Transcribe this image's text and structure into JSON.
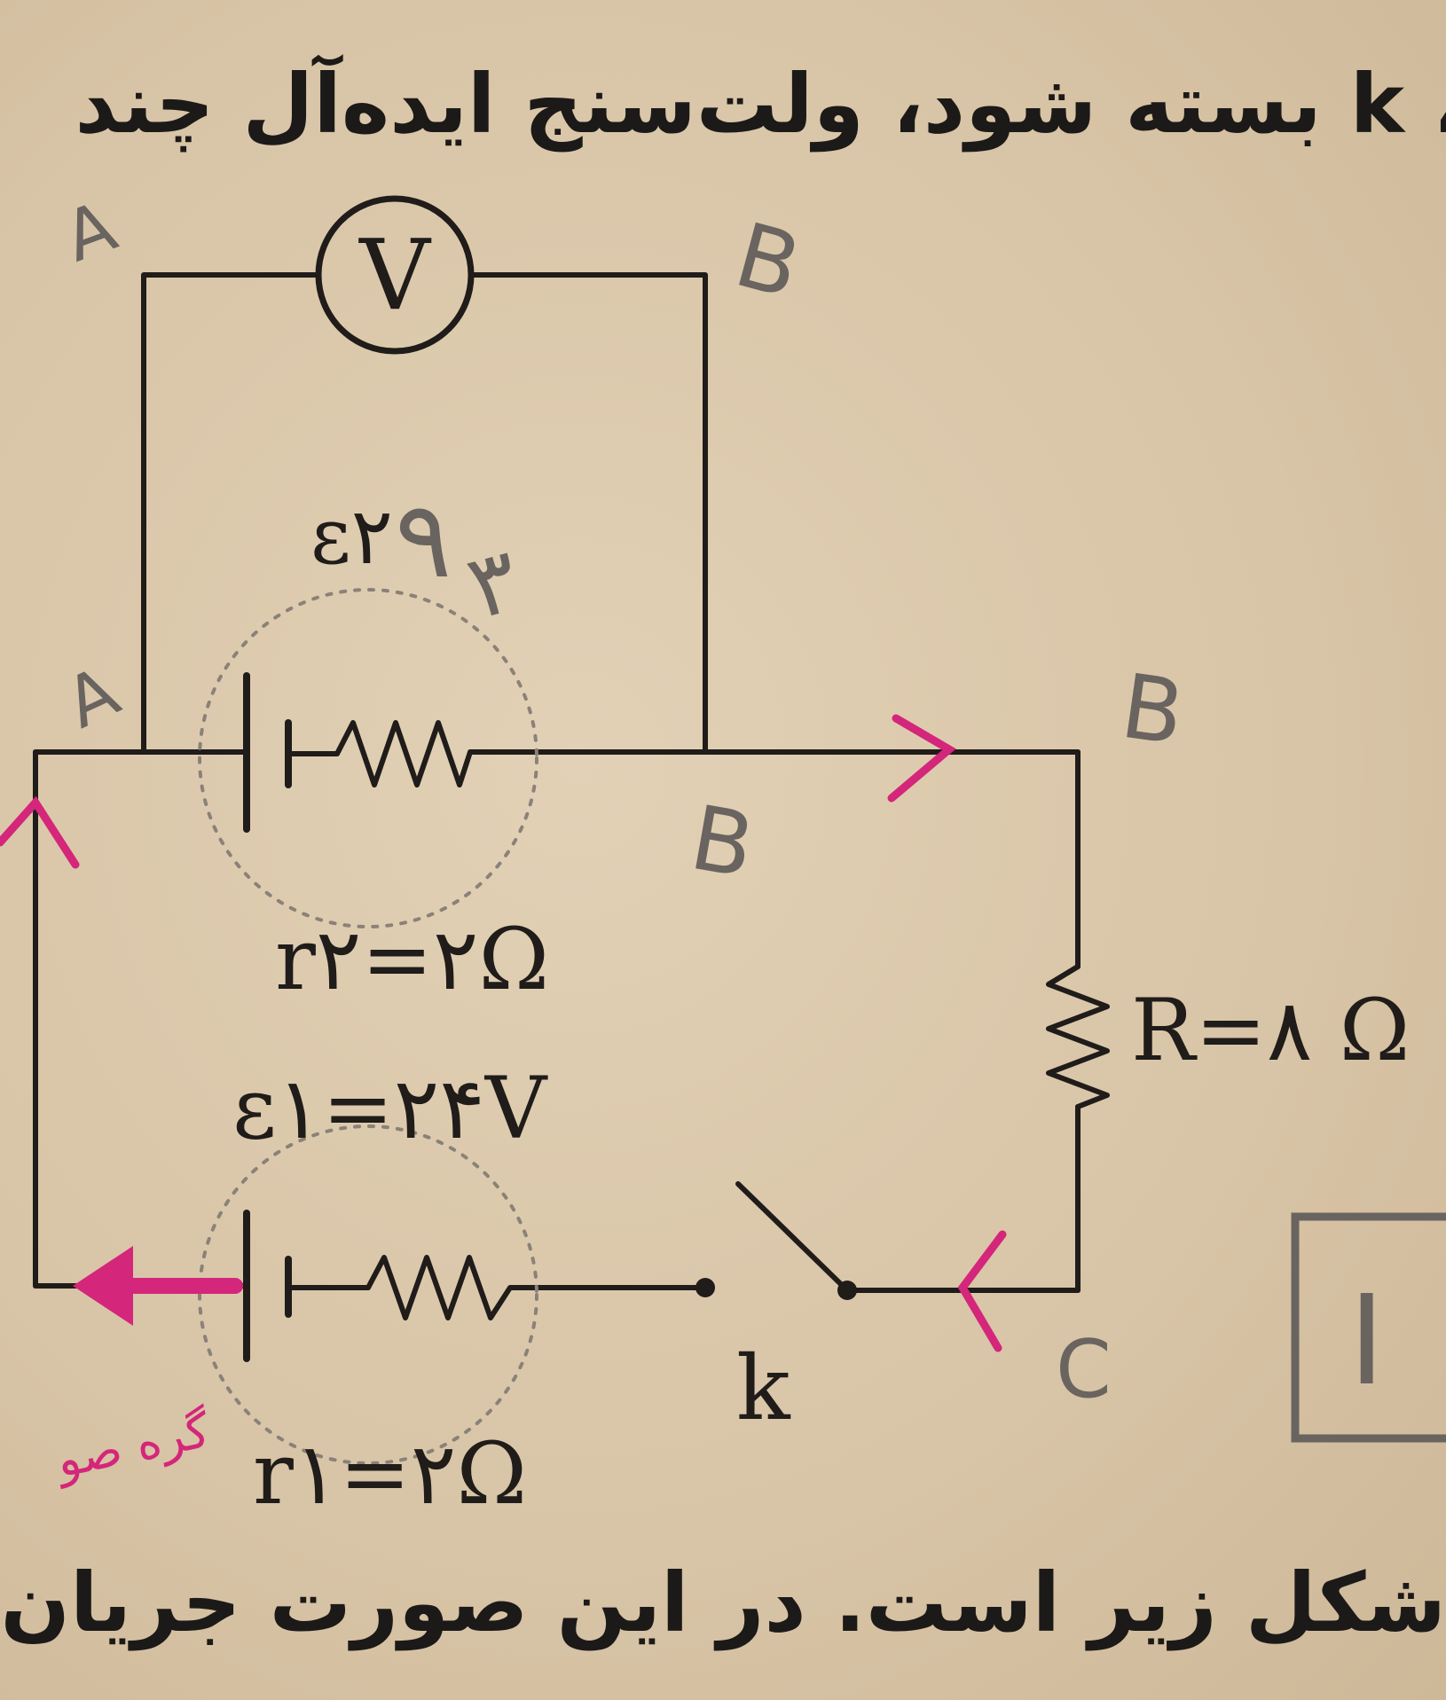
{
  "question": {
    "top_line": "، k بسته شود، ولت‌سنج ایده‌آل چند",
    "bottom_line": "شکل زیر است. در این صورت جریان"
  },
  "circuit": {
    "voltmeter_symbol": "V",
    "emf2_label": "ε۲",
    "r2_label": "r۲=۲Ω",
    "emf1_label": "ε۱=۲۴V",
    "r1_label": "r۱=۲Ω",
    "resistor_label": "R=۸ Ω",
    "switch_label": "k"
  },
  "annotations": {
    "emf2_value": "۹",
    "node_a_top": "A",
    "node_b_top": "B",
    "node_a_left": "A",
    "node_b_mid": "B",
    "node_b_right": "B",
    "node_c": "C",
    "near_emf2": "۳",
    "boxed_symbol": "I",
    "pink_note": "گره صو"
  },
  "colors": {
    "ink": "#1f1c1a",
    "pencil": "#6a6460",
    "pink": "#d4267a"
  }
}
